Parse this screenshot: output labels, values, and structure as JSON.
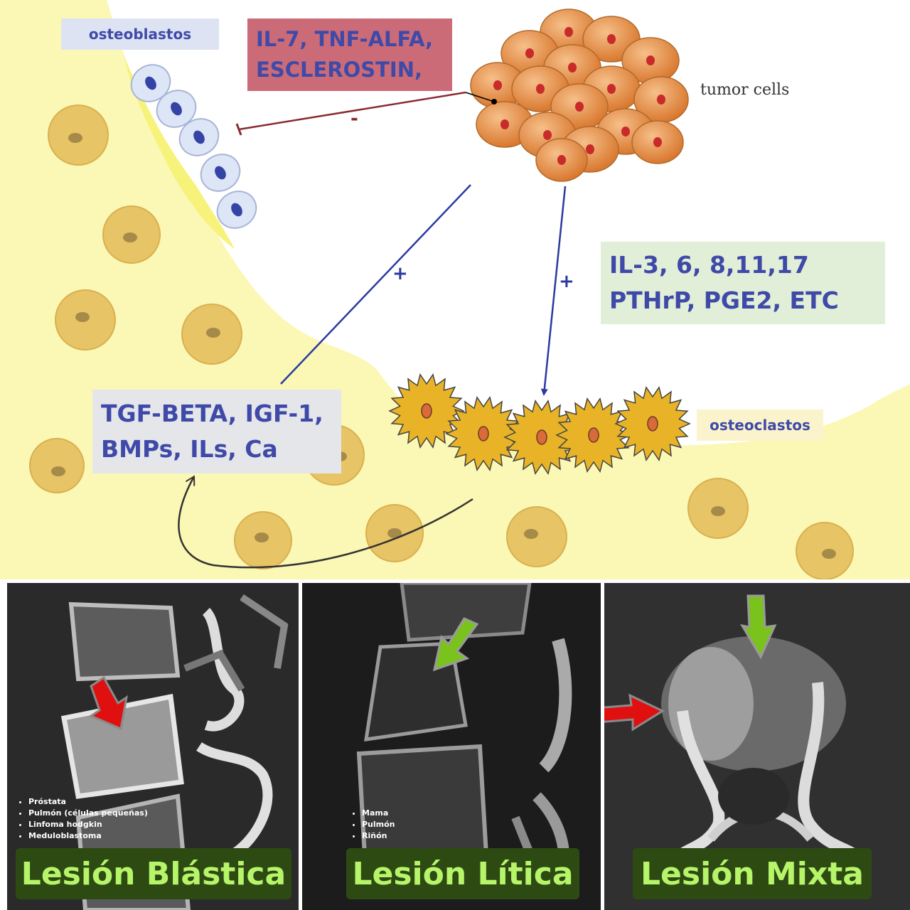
{
  "diagram": {
    "osteoblast_label": "osteoblastos",
    "inhibitor_factors": "IL-7, TNF-ALFA,\nESCLEROSTIN,",
    "inhibit_sign": "-",
    "tumor_label": "tumor cells",
    "cytokines": "IL-3, 6, 8,11,17\nPTHrP, PGE2, ETC",
    "plus_sign_left": "+",
    "plus_sign_right": "+",
    "growth_factors": "TGF-BETA, IGF-1,\nBMPs, ILs, Ca",
    "osteoclast_label": "osteoclastos"
  },
  "panels": [
    {
      "caption": "Lesión Blástica",
      "causes": [
        "Próstata",
        "Pulmón (células pequeñas)",
        "Linfoma hodgkin",
        "Meduloblastoma"
      ],
      "arrows": [
        "red"
      ]
    },
    {
      "caption": "Lesión Lítica",
      "causes": [
        "Mama",
        "Pulmón",
        "Riñón"
      ],
      "arrows": [
        "green"
      ]
    },
    {
      "caption": "Lesión Mixta",
      "causes": [],
      "arrows": [
        "green",
        "red"
      ]
    }
  ],
  "colors": {
    "bone_matrix": "#fbf7b4",
    "osteoblast_band": "#f6f27a",
    "osteocyte": "#e7c465",
    "tumor_cell": "#e9974d",
    "tumor_nucleus": "#c92a2a",
    "osteoclast": "#e8b326",
    "pathway_blue": "#2b3aa0",
    "inhibit_line": "#8a2a33",
    "caption_bg": "#2e4a13",
    "caption_text": "#b6f56a",
    "arrow_red": "#e01010",
    "arrow_green": "#7ac21c"
  }
}
